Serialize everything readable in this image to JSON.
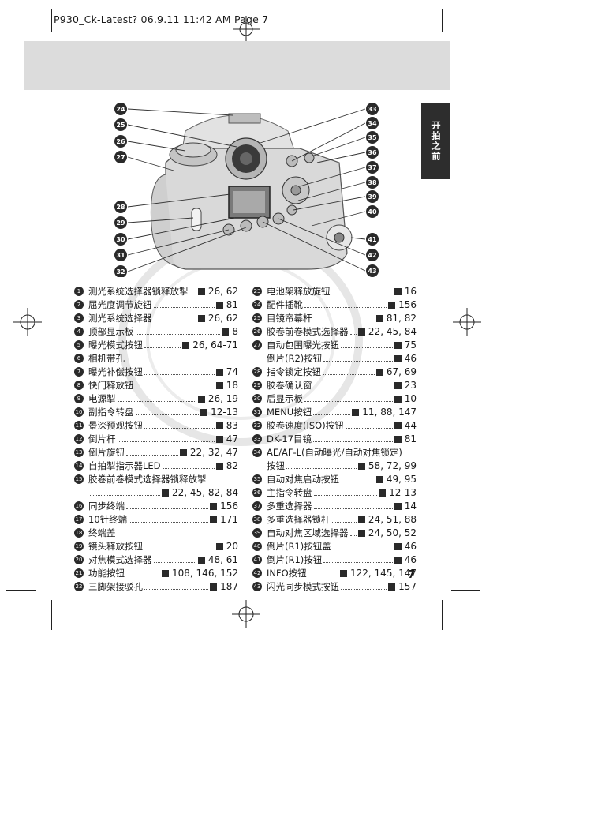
{
  "slug_text": "P930_Ck-Latest?  06.9.11  11:42 AM  Page 7",
  "side_tab_label": "开拍之前",
  "page_number": "7",
  "callouts": [
    "24",
    "25",
    "26",
    "27",
    "28",
    "29",
    "30",
    "31",
    "32",
    "33",
    "34",
    "35",
    "36",
    "37",
    "38",
    "39",
    "40",
    "41",
    "42",
    "43"
  ],
  "colors": {
    "band": "#dcdcdc",
    "tab": "#2d2d2d",
    "ink": "#1a1a1a"
  },
  "left_entries": [
    {
      "n": "1",
      "lines": [
        {
          "label": "测光系统选择器锁释放掣",
          "pages": "26, 62"
        }
      ]
    },
    {
      "n": "2",
      "lines": [
        {
          "label": "屈光度调节旋钮",
          "pages": "81"
        }
      ]
    },
    {
      "n": "3",
      "lines": [
        {
          "label": "测光系统选择器",
          "pages": "26, 62"
        }
      ]
    },
    {
      "n": "4",
      "lines": [
        {
          "label": "顶部显示板",
          "pages": "8"
        }
      ]
    },
    {
      "n": "5",
      "lines": [
        {
          "label": "曝光模式按钮",
          "pages": "26, 64-71"
        }
      ]
    },
    {
      "n": "6",
      "lines": [
        {
          "label": "相机带孔",
          "pages": ""
        }
      ]
    },
    {
      "n": "7",
      "lines": [
        {
          "label": "曝光补偿按钮",
          "pages": "74"
        }
      ]
    },
    {
      "n": "8",
      "lines": [
        {
          "label": "快门释放钮",
          "pages": "18"
        }
      ]
    },
    {
      "n": "9",
      "lines": [
        {
          "label": "电源掣",
          "pages": "26, 19"
        }
      ]
    },
    {
      "n": "10",
      "lines": [
        {
          "label": "副指令转盘",
          "pages": "12-13"
        }
      ]
    },
    {
      "n": "11",
      "lines": [
        {
          "label": "景深预观按钮",
          "pages": "83"
        }
      ]
    },
    {
      "n": "12",
      "lines": [
        {
          "label": "倒片杆",
          "pages": "47"
        }
      ]
    },
    {
      "n": "13",
      "lines": [
        {
          "label": "倒片旋钮",
          "pages": "22, 32, 47"
        }
      ]
    },
    {
      "n": "14",
      "lines": [
        {
          "label": "自拍掣指示器LED",
          "pages": "82"
        }
      ]
    },
    {
      "n": "15",
      "lines": [
        {
          "label": "胶卷前卷模式选择器锁释放掣",
          "pages": ""
        },
        {
          "label": "",
          "pages": "22, 45, 82, 84"
        }
      ]
    },
    {
      "n": "16",
      "lines": [
        {
          "label": "同步终端",
          "pages": "156"
        }
      ]
    },
    {
      "n": "17",
      "lines": [
        {
          "label": "10针终端",
          "pages": "171"
        }
      ]
    },
    {
      "n": "18",
      "lines": [
        {
          "label": "终端盖",
          "pages": ""
        }
      ]
    },
    {
      "n": "19",
      "lines": [
        {
          "label": "镜头释放按钮",
          "pages": "20"
        }
      ]
    },
    {
      "n": "20",
      "lines": [
        {
          "label": "对焦模式选择器",
          "pages": "48, 61"
        }
      ]
    },
    {
      "n": "21",
      "lines": [
        {
          "label": "功能按钮",
          "pages": "108, 146, 152"
        }
      ]
    },
    {
      "n": "22",
      "lines": [
        {
          "label": "三脚架接驳孔",
          "pages": "187"
        }
      ]
    }
  ],
  "right_entries": [
    {
      "n": "23",
      "lines": [
        {
          "label": "电池架释放旋钮",
          "pages": "16"
        }
      ]
    },
    {
      "n": "24",
      "lines": [
        {
          "label": "配件插靴",
          "pages": "156"
        }
      ]
    },
    {
      "n": "25",
      "lines": [
        {
          "label": "目镜帘幕杆",
          "pages": "81, 82"
        }
      ]
    },
    {
      "n": "26",
      "lines": [
        {
          "label": "胶卷前卷模式选择器",
          "pages": "22, 45, 84"
        }
      ]
    },
    {
      "n": "27",
      "lines": [
        {
          "label": "自动包围曝光按钮",
          "pages": "75"
        },
        {
          "label": "倒片(R2)按钮",
          "pages": "46"
        }
      ]
    },
    {
      "n": "28",
      "lines": [
        {
          "label": "指令锁定按钮",
          "pages": "67, 69"
        }
      ]
    },
    {
      "n": "29",
      "lines": [
        {
          "label": "胶卷确认窗",
          "pages": "23"
        }
      ]
    },
    {
      "n": "30",
      "lines": [
        {
          "label": "后显示板",
          "pages": "10"
        }
      ]
    },
    {
      "n": "31",
      "lines": [
        {
          "label": "MENU按钮",
          "pages": "11, 88, 147"
        }
      ]
    },
    {
      "n": "32",
      "lines": [
        {
          "label": "胶卷速度(ISO)按钮",
          "pages": "44"
        }
      ]
    },
    {
      "n": "33",
      "lines": [
        {
          "label": "DK-17目镜",
          "pages": "81"
        }
      ]
    },
    {
      "n": "34",
      "lines": [
        {
          "label": "AE/AF-L(自动曝光/自动对焦锁定)",
          "pages": ""
        },
        {
          "label": "按钮",
          "pages": "58, 72, 99"
        }
      ]
    },
    {
      "n": "35",
      "lines": [
        {
          "label": "自动对焦启动按钮",
          "pages": "49, 95"
        }
      ]
    },
    {
      "n": "36",
      "lines": [
        {
          "label": "主指令转盘",
          "pages": "12-13"
        }
      ]
    },
    {
      "n": "37",
      "lines": [
        {
          "label": "多重选择器",
          "pages": "14"
        }
      ]
    },
    {
      "n": "38",
      "lines": [
        {
          "label": "多重选择器锁杆",
          "pages": "24, 51, 88"
        }
      ]
    },
    {
      "n": "39",
      "lines": [
        {
          "label": "自动对焦区域选择器",
          "pages": "24, 50, 52"
        }
      ]
    },
    {
      "n": "40",
      "lines": [
        {
          "label": "倒片(R1)按钮盖",
          "pages": "46"
        }
      ]
    },
    {
      "n": "41",
      "lines": [
        {
          "label": "倒片(R1)按钮",
          "pages": "46"
        }
      ]
    },
    {
      "n": "42",
      "lines": [
        {
          "label": "INFO按钮",
          "pages": "122, 145, 147"
        }
      ]
    },
    {
      "n": "43",
      "lines": [
        {
          "label": "闪光同步模式按钮",
          "pages": "157"
        }
      ]
    }
  ]
}
